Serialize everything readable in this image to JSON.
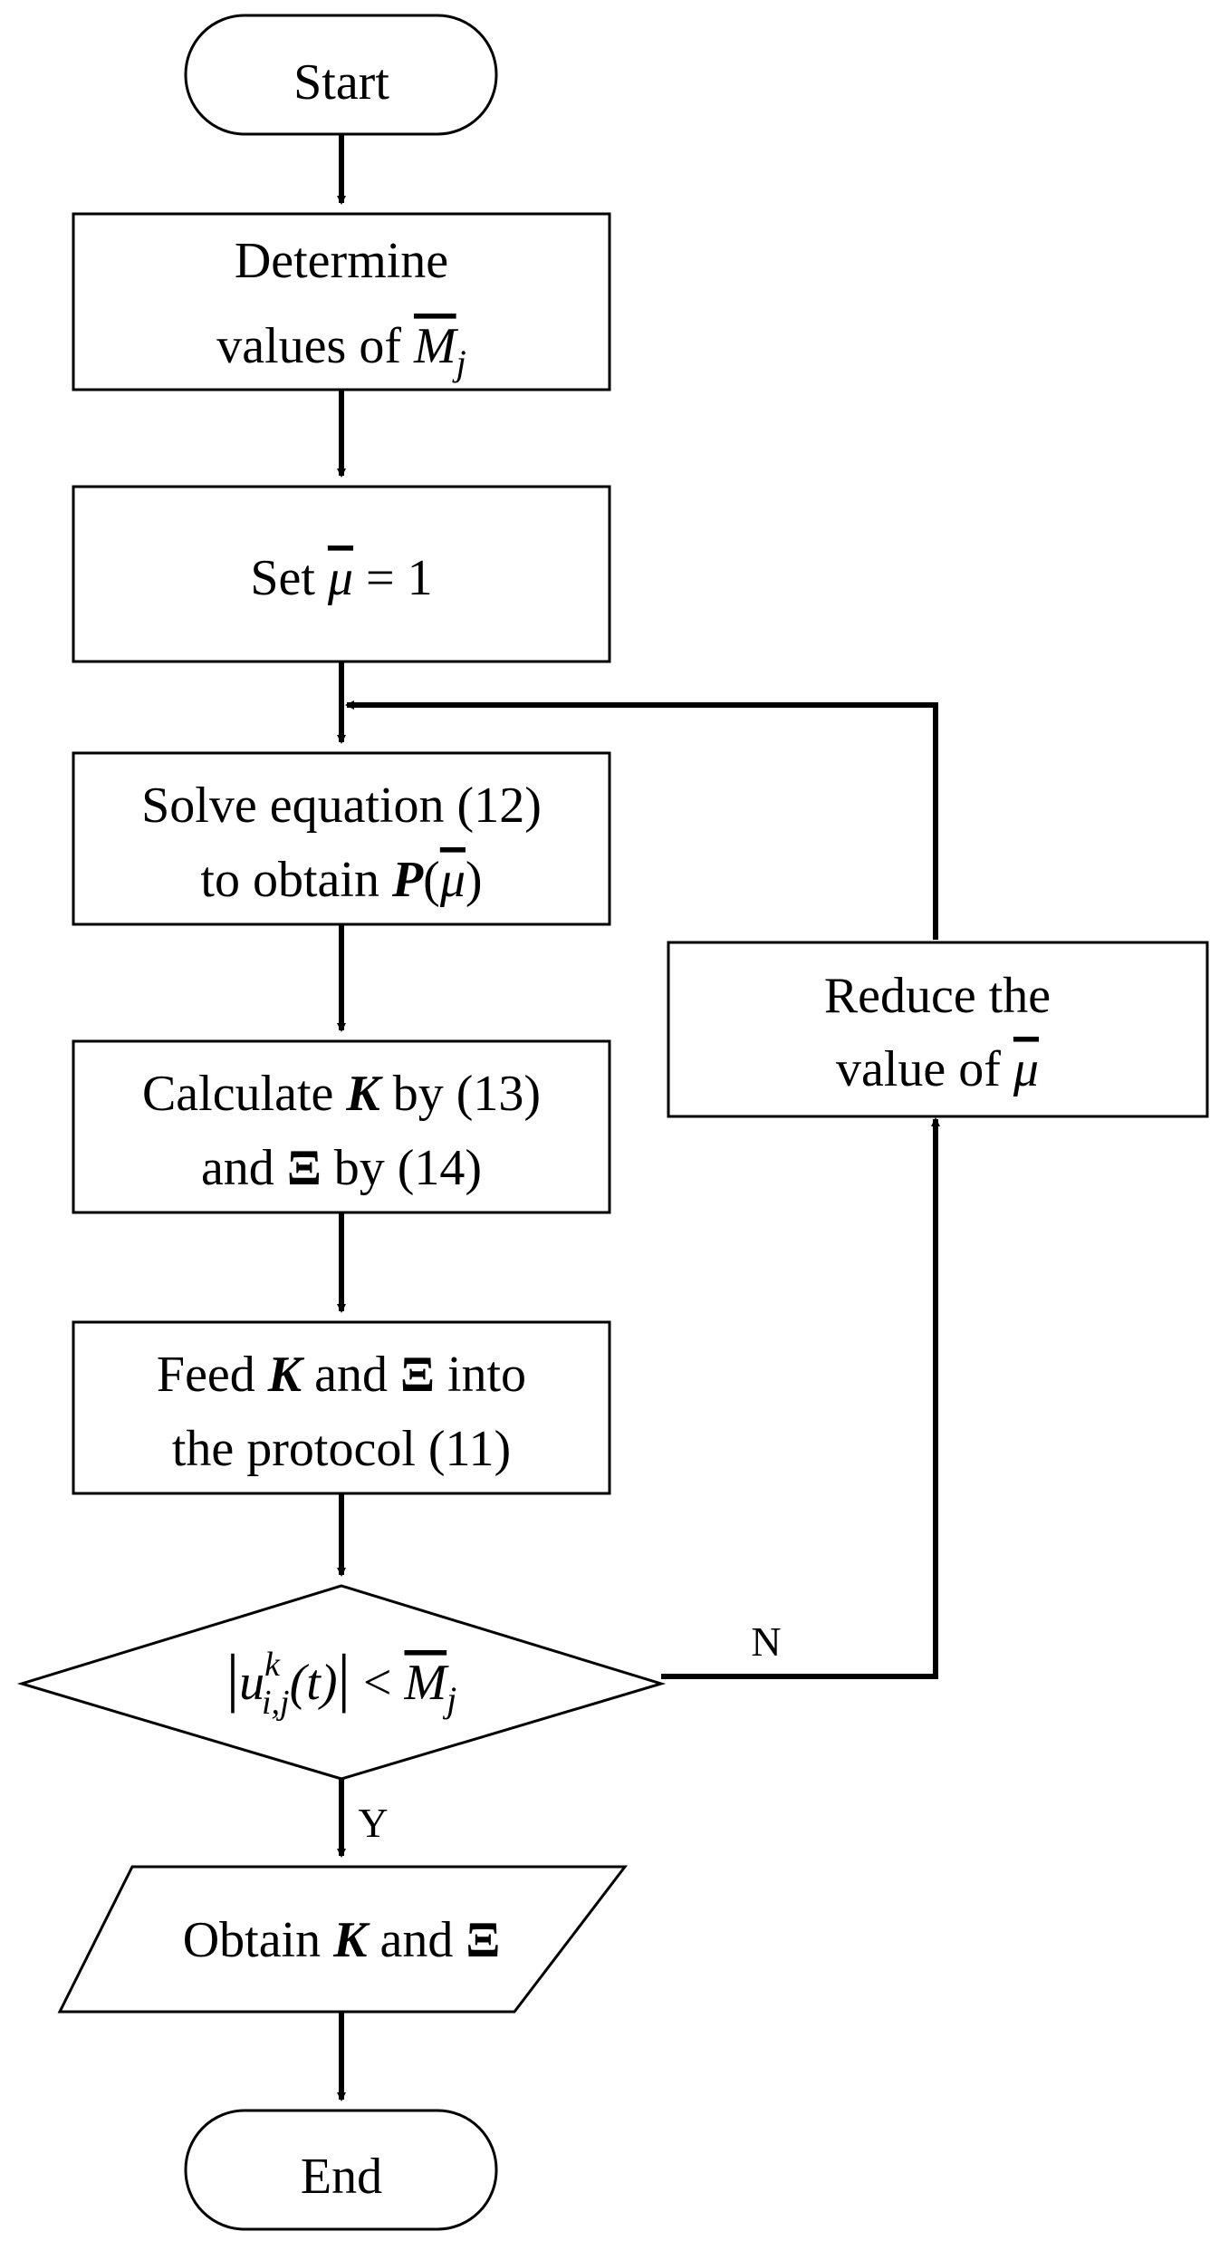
{
  "nodes": {
    "start": {
      "text": "Start"
    },
    "determine": {
      "line1": "Determine",
      "line2_prefix": "values of ",
      "symbol_base": "M",
      "symbol_sub": "j"
    },
    "set_mu": {
      "prefix": "Set ",
      "symbol": "μ",
      "rest": " = 1"
    },
    "solve": {
      "line1": "Solve equation (12)",
      "line2_prefix": "to obtain ",
      "bold_symbol": "P",
      "open_paren": "(",
      "symbol": "μ",
      "close_paren": ")"
    },
    "calculate": {
      "line1_prefix": "Calculate ",
      "bold_symbol": "K",
      "line1_suffix": " by (13)",
      "line2_prefix": "and ",
      "xi": "Ξ",
      "line2_suffix": " by (14)"
    },
    "feed": {
      "line1_prefix": "Feed ",
      "bold_symbol": "K",
      "line1_mid": " and ",
      "xi": "Ξ",
      "line1_suffix": " into",
      "line2": "the protocol (11)"
    },
    "decision": {
      "bar_left": "|",
      "u": "u",
      "sup": "k",
      "sub": "i,j",
      "arg": "(t)",
      "bar_right": "|",
      "op": " < ",
      "symbol_base": "M",
      "symbol_sub": "j"
    },
    "obtain": {
      "prefix": "Obtain ",
      "bold_symbol": "K",
      "mid": " and ",
      "xi": "Ξ"
    },
    "end": {
      "text": "End"
    },
    "reduce": {
      "line1": "Reduce the",
      "line2_prefix": "value of ",
      "symbol": "μ"
    }
  },
  "edges": {
    "no_label": "N",
    "yes_label": "Y"
  },
  "colors": {
    "stroke": "#000000",
    "fill": "#ffffff",
    "background": "#ffffff"
  }
}
